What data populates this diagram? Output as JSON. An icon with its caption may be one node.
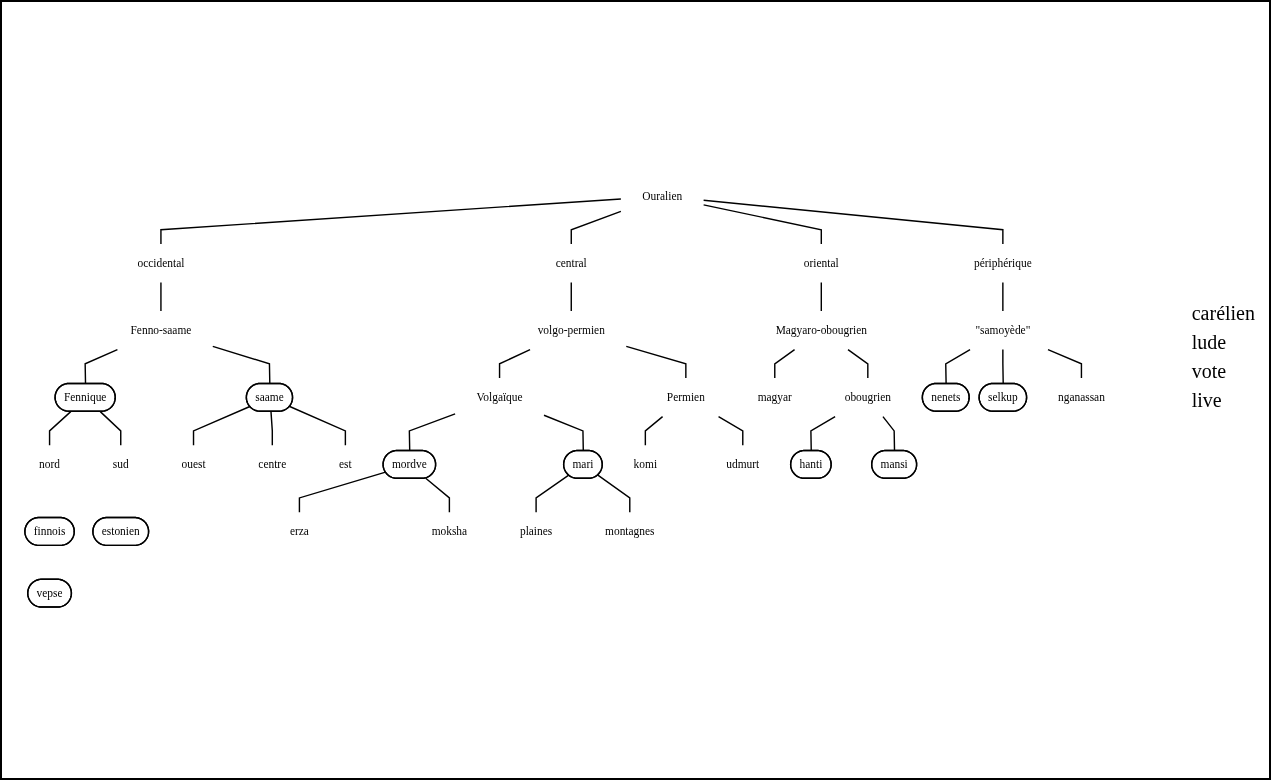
{
  "diagram": {
    "nodes": [
      {
        "text": [
          "Ouralien"
        ]
      },
      {
        "text": [
          "occidental"
        ]
      },
      {
        "text": [
          "central"
        ]
      },
      {
        "text": [
          "oriental"
        ]
      },
      {
        "text": [
          "périphérique"
        ]
      },
      {
        "text": [
          "Fenno-saame"
        ]
      },
      {
        "text": [
          "volgo-permien"
        ]
      },
      {
        "text": [
          "Magyaro-obougrien"
        ]
      },
      {
        "text": [
          "\"samoyède\""
        ]
      },
      {
        "text": [
          "Fennique"
        ]
      },
      {
        "text": [
          "saame"
        ]
      },
      {
        "text": [
          "Volgaïque"
        ]
      },
      {
        "text": [
          "Permien"
        ]
      },
      {
        "text": [
          "magyar"
        ]
      },
      {
        "text": [
          "obougrien"
        ]
      },
      {
        "text": [
          "nenets"
        ]
      },
      {
        "text": [
          "selkup"
        ]
      },
      {
        "text": [
          "nganassan"
        ]
      },
      {
        "text": [
          "nord"
        ]
      },
      {
        "text": [
          "sud"
        ]
      },
      {
        "text": [
          "ouest"
        ]
      },
      {
        "text": [
          "centre"
        ]
      },
      {
        "text": [
          "est"
        ]
      },
      {
        "text": [
          "mordve"
        ]
      },
      {
        "text": [
          "mari"
        ]
      },
      {
        "text": [
          "erza"
        ]
      },
      {
        "text": [
          "moksha"
        ]
      },
      {
        "text": [
          "plaines"
        ]
      },
      {
        "text": [
          "montagnes"
        ]
      },
      {
        "text": [
          "komi"
        ]
      },
      {
        "text": [
          "udmurt"
        ]
      },
      {
        "text": [
          "hanti"
        ]
      },
      {
        "text": [
          "mansi"
        ]
      },
      {
        "text": [
          "finnois"
        ]
      },
      {
        "text": [
          "vepse"
        ]
      },
      {
        "text": [
          "estonien"
        ]
      }
    ],
    "edges": [
      {
        "from": 0,
        "to": 1,
        "arrow": "none"
      },
      {
        "from": 0,
        "to": 2,
        "arrow": "none"
      },
      {
        "from": 0,
        "to": 3,
        "arrow": "none"
      },
      {
        "from": 0,
        "to": 4,
        "arrow": "none"
      },
      {
        "from": 1,
        "to": 5,
        "arrow": "none"
      },
      {
        "from": 2,
        "to": 6,
        "arrow": "none"
      },
      {
        "from": 3,
        "to": 7,
        "arrow": "none"
      },
      {
        "from": 4,
        "to": 8,
        "arrow": "none"
      },
      {
        "from": 5,
        "to": 9,
        "arrow": "none"
      },
      {
        "from": 5,
        "to": 10,
        "arrow": "none"
      },
      {
        "from": 6,
        "to": 11,
        "arrow": "none"
      },
      {
        "from": 6,
        "to": 12,
        "arrow": "none"
      },
      {
        "from": 7,
        "to": 13,
        "arrow": "none"
      },
      {
        "from": 7,
        "to": 14,
        "arrow": "none"
      },
      {
        "from": 8,
        "to": 15,
        "arrow": "none"
      },
      {
        "from": 8,
        "to": 16,
        "arrow": "none"
      },
      {
        "from": 8,
        "to": 17,
        "arrow": "none"
      },
      {
        "from": 9,
        "to": 18,
        "arrow": "none"
      },
      {
        "from": 9,
        "to": 19,
        "arrow": "none"
      },
      {
        "from": 10,
        "to": 20,
        "arrow": "none"
      },
      {
        "from": 10,
        "to": 21,
        "arrow": "none"
      },
      {
        "from": 10,
        "to": 22,
        "arrow": "none"
      },
      {
        "from": 11,
        "to": 23,
        "arrow": "none"
      },
      {
        "from": 11,
        "to": 24,
        "arrow": "none"
      },
      {
        "from": 23,
        "to": 25,
        "arrow": "none"
      },
      {
        "from": 23,
        "to": 26,
        "arrow": "none"
      },
      {
        "from": 24,
        "to": 27,
        "arrow": "none"
      },
      {
        "from": 24,
        "to": 28,
        "arrow": "none"
      },
      {
        "from": 12,
        "to": 29,
        "arrow": "none"
      },
      {
        "from": 12,
        "to": 30,
        "arrow": "none"
      },
      {
        "from": 14,
        "to": 31,
        "arrow": "none"
      },
      {
        "from": 14,
        "to": 32,
        "arrow": "none"
      }
    ],
    "labels": [
      "carélien",
      "lude",
      "vote",
      "live"
    ]
  }
}
